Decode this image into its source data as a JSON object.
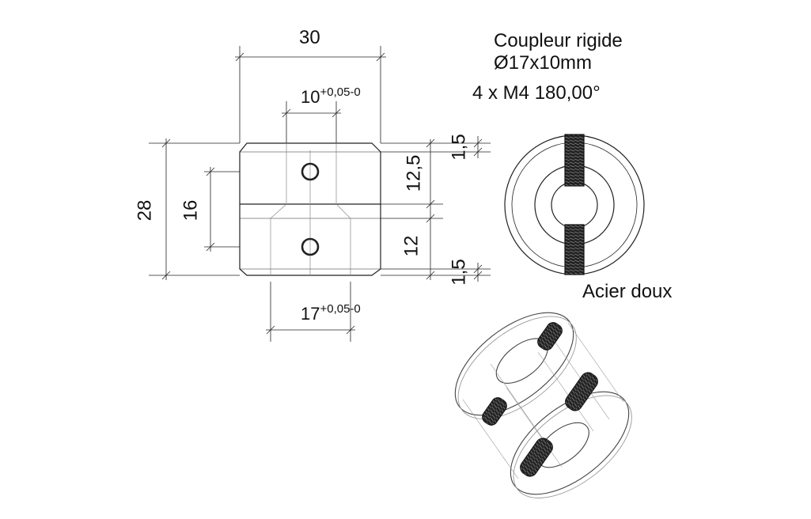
{
  "title": {
    "line1": "Coupleur rigide",
    "line2": "Ø17x10mm",
    "line3": "4 x M4  180,00°"
  },
  "material": "Acier doux",
  "dimensions": {
    "total_width": "30",
    "bore_top": "10",
    "bore_top_tol": "+0,05-0",
    "bore_bottom": "17",
    "bore_bottom_tol": "+0,05-0",
    "height_total": "28",
    "hole_spacing": "16",
    "upper_section": "12,5",
    "lower_section": "12",
    "chamfer_top": "1,5",
    "chamfer_bottom": "1,5"
  },
  "colors": {
    "line": "#222222",
    "thin": "#888888",
    "thread": "#111111"
  }
}
